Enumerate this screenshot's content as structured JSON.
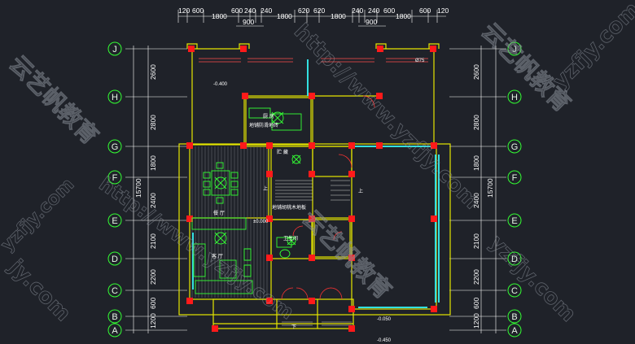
{
  "top_dims": {
    "row1": [
      "120",
      "600",
      "1800",
      "600",
      "240",
      "240",
      "1800",
      "620",
      "620",
      "1800",
      "240",
      "240",
      "600",
      "1800",
      "600",
      "120"
    ],
    "row2": [
      "900",
      "900"
    ]
  },
  "left_axis": [
    "J",
    "H",
    "G",
    "F",
    "E",
    "D",
    "C",
    "B",
    "A"
  ],
  "right_axis": [
    "J",
    "H",
    "G",
    "F",
    "E",
    "D",
    "C",
    "B",
    "A"
  ],
  "left_dims": [
    "2600",
    "2800",
    "1800",
    "2400",
    "2100",
    "2200",
    "600",
    "1200"
  ],
  "left_total": "15700",
  "right_dims": [
    "2600",
    "2800",
    "1800",
    "2400",
    "2100",
    "2200",
    "600",
    "1200"
  ],
  "right_total": "15700",
  "rooms": {
    "kitchen": "厨 房",
    "kitchen_floor": "地铺防滑地砖",
    "storage": "贮 藏",
    "dining": "餐 厅",
    "living": "客 厅",
    "bathroom": "卫生间",
    "floor_note": "地铺胡桃木地板",
    "stair_up": "上",
    "stair_up2": "上",
    "stair_down": "下"
  },
  "levels": {
    "lv1": "-0.400",
    "lv2": "±0.000",
    "lv3": "-0.050",
    "lv4": "-0.450",
    "pipe": "Ø75"
  },
  "watermarks": {
    "url1": "http://www.yzfjy.com",
    "url2": "http://www.yzfjy.com",
    "cn1": "云艺帆教育",
    "cn2": "云艺帆教育",
    "cn3": "云艺帆教育",
    "url_corner1": "yzfjy.com",
    "url_corner2": "yzfjy.com",
    "url_corner3": "jy.com",
    "url_corner4": "yzfjy.com"
  },
  "colors": {
    "background": "#1f2229",
    "wall": "#e6e600",
    "column": "#ff1a1a",
    "window": "#33e0e0",
    "furniture": "#33ff33",
    "axis_circle": "#33ff33"
  }
}
